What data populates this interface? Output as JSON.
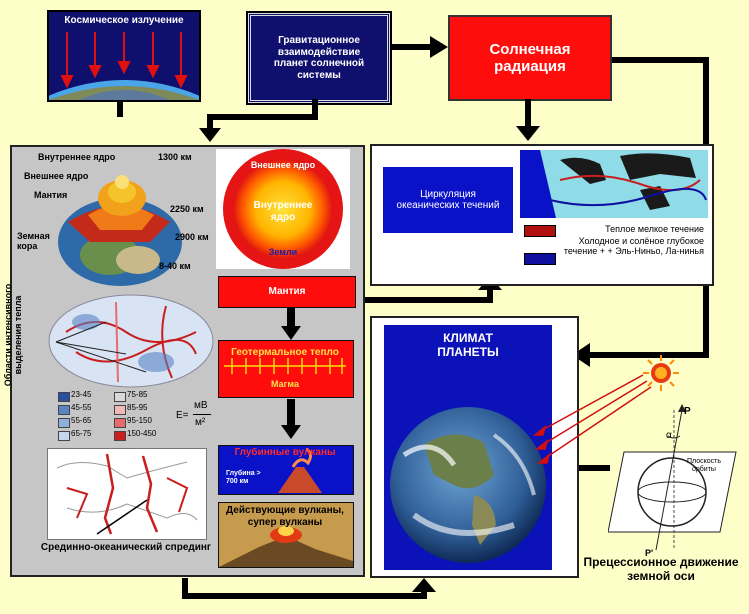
{
  "cosmic": {
    "title": "Космическое излучение"
  },
  "gravity": {
    "text": "Гравитационное взаимодействие планет солнечной системы"
  },
  "solar": {
    "text": "Солнечная радиация"
  },
  "earth_layers": {
    "inner_core": "Внутреннее ядро",
    "outer_core": "Внешнее ядро",
    "mantle": "Мантия",
    "crust": "Земная кора",
    "d1": "1300 км",
    "d2": "2250 км",
    "d3": "2900 км",
    "d4": "8-40 км"
  },
  "core_diagram": {
    "outer": "Внешнее ядро",
    "inner": "Внутреннее ядро",
    "earth": "Земли"
  },
  "flow": {
    "mantle": "Мантия",
    "geothermal": "Геотермальное тепло",
    "magma": "Магма",
    "deep_volcanoes": "Глубинные вулканы",
    "depth": "Глубина > 700 км",
    "active_volcanoes": "Действующие вулканы, супер вулканы"
  },
  "heat_map": {
    "side_label": "Области интенсивного выделения тепла",
    "legend": [
      "23-45",
      "75-85",
      "45-55",
      "85-95",
      "55-65",
      "95-150",
      "65-75",
      "150-450"
    ],
    "legend_colors": [
      "#2a4f9e",
      "#d8d8d8",
      "#5a82c4",
      "#f2b8b8",
      "#8fb0dd",
      "#e86a6a",
      "#c6d6ee",
      "#c81e1e"
    ],
    "unit_e": "E=",
    "unit_num": "мВ",
    "unit_den": "м²"
  },
  "spreading": {
    "label": "Срединно-океанический спрединг"
  },
  "ocean": {
    "title": "Циркуляция океанических течений",
    "legend_warm": "Теплое мелкое течение",
    "legend_cold": "Холодное и солёное глубокое течение + + Эль-Ниньо, Ла-нинья",
    "warm_color": "#b01010",
    "cold_color": "#1010a0"
  },
  "climate": {
    "title": "КЛИМАТ ПЛАНЕТЫ"
  },
  "precession": {
    "orbit_plane": "Плоскость орбиты",
    "alpha": "α",
    "p_top": "P",
    "p_bottom": "P'",
    "caption": "Прецессионное движение земной оси"
  }
}
